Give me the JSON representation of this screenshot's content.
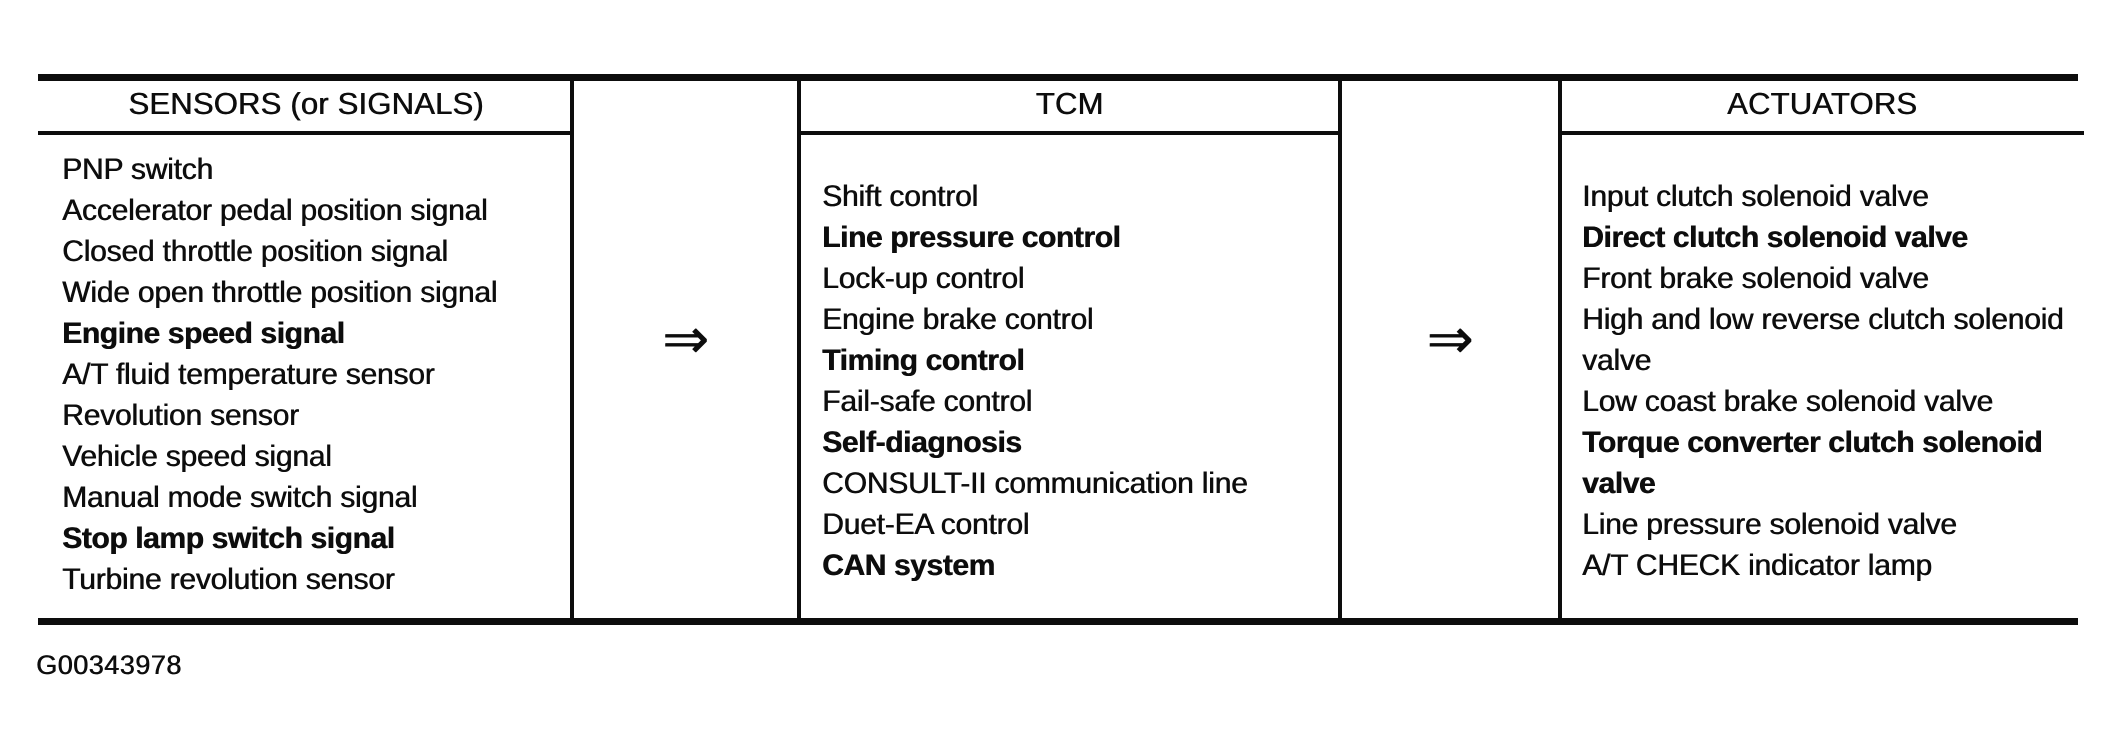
{
  "figure": {
    "label": "G00343978"
  },
  "arrow": {
    "symbol": "⇒"
  },
  "colors": {
    "ink": "#0d0d0d",
    "background": "#ffffff"
  },
  "table": {
    "columns": [
      {
        "header": "SENSORS (or SIGNALS)",
        "items": [
          {
            "text": "PNP switch",
            "bold": false
          },
          {
            "text": "Accelerator pedal position signal",
            "bold": false
          },
          {
            "text": "Closed throttle position signal",
            "bold": false
          },
          {
            "text": "Wide open throttle position signal",
            "bold": false
          },
          {
            "text": "Engine speed signal",
            "bold": true
          },
          {
            "text": "A/T fluid temperature sensor",
            "bold": false
          },
          {
            "text": "Revolution sensor",
            "bold": false
          },
          {
            "text": "Vehicle speed signal",
            "bold": false
          },
          {
            "text": "Manual mode switch signal",
            "bold": false
          },
          {
            "text": "Stop lamp switch signal",
            "bold": true
          },
          {
            "text": "Turbine revolution sensor",
            "bold": false
          }
        ]
      },
      {
        "header": "TCM",
        "items": [
          {
            "text": "Shift control",
            "bold": false
          },
          {
            "text": "Line pressure control",
            "bold": true
          },
          {
            "text": "Lock-up control",
            "bold": false
          },
          {
            "text": "Engine brake control",
            "bold": false
          },
          {
            "text": "Timing control",
            "bold": true
          },
          {
            "text": "Fail-safe control",
            "bold": false
          },
          {
            "text": "Self-diagnosis",
            "bold": true
          },
          {
            "text": "CONSULT-II communication line",
            "bold": false
          },
          {
            "text": "Duet-EA control",
            "bold": false
          },
          {
            "text": "CAN system",
            "bold": true
          }
        ]
      },
      {
        "header": "ACTUATORS",
        "items": [
          {
            "text": "Input clutch solenoid valve",
            "bold": false
          },
          {
            "text": "Direct clutch solenoid valve",
            "bold": true
          },
          {
            "text": "Front brake solenoid valve",
            "bold": false
          },
          {
            "text": "High and low reverse clutch solenoid valve",
            "bold": false
          },
          {
            "text": "Low coast brake solenoid valve",
            "bold": false
          },
          {
            "text": "Torque converter clutch solenoid valve",
            "bold": true
          },
          {
            "text": "Line pressure solenoid valve",
            "bold": false
          },
          {
            "text": "A/T CHECK indicator lamp",
            "bold": false
          }
        ]
      }
    ]
  }
}
